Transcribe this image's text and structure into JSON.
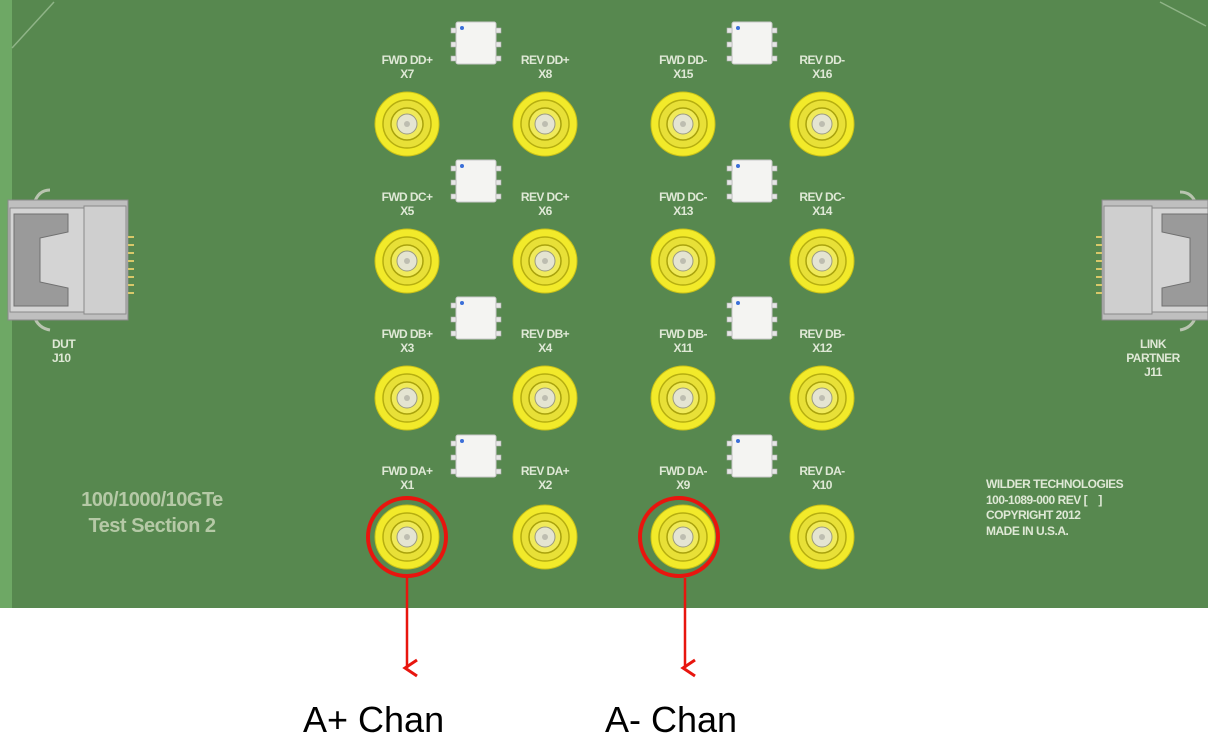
{
  "board": {
    "colors": {
      "pcb": "#57884f",
      "pcb_edge": "#4a7a42",
      "connector_outer": "#f2ea2a",
      "connector_inner": "#e8e037",
      "relay": "#f4f4f2",
      "callout": "#e8150e"
    },
    "title_lines": [
      "100/1000/10GTe",
      "Test Section 2"
    ],
    "maker_lines": [
      "WILDER TECHNOLOGIES",
      "100-1089-000 REV [    ]",
      "COPYRIGHT 2012",
      "MADE IN U.S.A."
    ],
    "dut_port": [
      "DUT",
      "J10"
    ],
    "link_port": [
      "LINK",
      "PARTNER",
      "J11"
    ],
    "rows": [
      {
        "pair": "DD",
        "connectors": [
          {
            "label": "FWD DD+",
            "ref": "X7"
          },
          {
            "label": "REV DD+",
            "ref": "X8"
          },
          {
            "label": "FWD DD-",
            "ref": "X15"
          },
          {
            "label": "REV DD-",
            "ref": "X16"
          }
        ]
      },
      {
        "pair": "DC",
        "connectors": [
          {
            "label": "FWD DC+",
            "ref": "X5"
          },
          {
            "label": "REV DC+",
            "ref": "X6"
          },
          {
            "label": "FWD DC-",
            "ref": "X13"
          },
          {
            "label": "REV DC-",
            "ref": "X14"
          }
        ]
      },
      {
        "pair": "DB",
        "connectors": [
          {
            "label": "FWD DB+",
            "ref": "X3"
          },
          {
            "label": "REV DB+",
            "ref": "X4"
          },
          {
            "label": "FWD DB-",
            "ref": "X11"
          },
          {
            "label": "REV DB-",
            "ref": "X12"
          }
        ]
      },
      {
        "pair": "DA",
        "connectors": [
          {
            "label": "FWD DA+",
            "ref": "X1"
          },
          {
            "label": "REV DA+",
            "ref": "X2"
          },
          {
            "label": "FWD DA-",
            "ref": "X9"
          },
          {
            "label": "REV DA-",
            "ref": "X10"
          }
        ]
      }
    ]
  },
  "callouts": [
    {
      "label": "A+ Chan"
    },
    {
      "label": "A- Chan"
    }
  ]
}
